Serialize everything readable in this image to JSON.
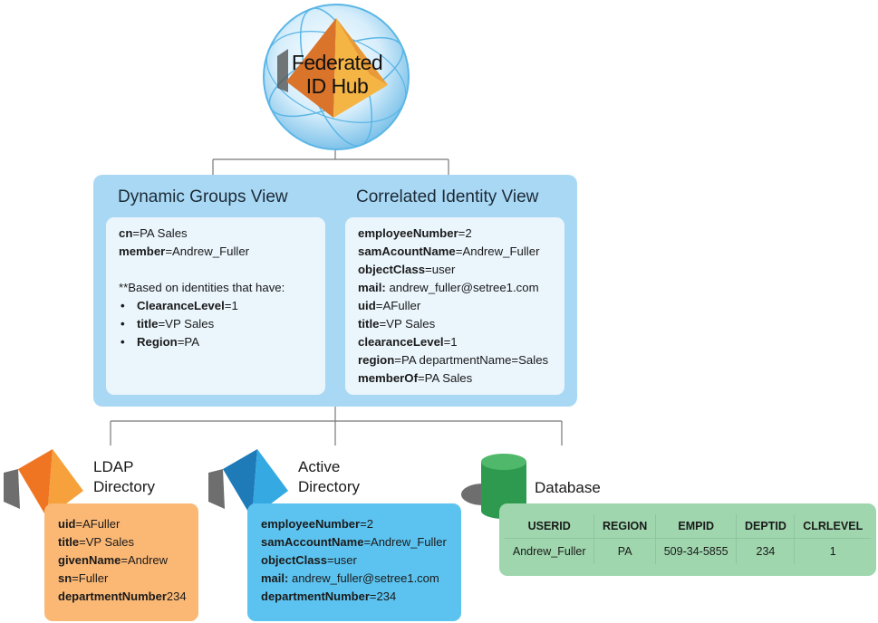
{
  "hub": {
    "title_line1": "Federated",
    "title_line2": "ID Hub"
  },
  "dynamic_groups": {
    "heading": "Dynamic Groups View",
    "rows": [
      {
        "key": "cn",
        "sep": "=",
        "value": "PA Sales"
      },
      {
        "key": "member",
        "sep": "=",
        "value": "Andrew_Fuller"
      }
    ],
    "note": "**Based on identities that have:",
    "bullets": [
      {
        "key": "ClearanceLevel",
        "sep": "=",
        "value": "1"
      },
      {
        "key": "title",
        "sep": "=",
        "value": "VP Sales"
      },
      {
        "key": "Region",
        "sep": "=",
        "value": "PA"
      }
    ]
  },
  "correlated": {
    "heading": "Correlated Identity View",
    "rows": [
      {
        "key": "employeeNumber",
        "sep": "=",
        "value": "2"
      },
      {
        "key": "samAcountName",
        "sep": "=",
        "value": "Andrew_Fuller"
      },
      {
        "key": "objectClass",
        "sep": "=",
        "value": "user"
      },
      {
        "key": "mail:",
        "sep": " ",
        "value": "andrew_fuller@setree1.com"
      },
      {
        "key": "uid",
        "sep": "=",
        "value": "AFuller"
      },
      {
        "key": "title",
        "sep": "=",
        "value": "VP Sales"
      },
      {
        "key": "clearanceLevel",
        "sep": "=",
        "value": "1"
      },
      {
        "key": "region",
        "sep": "=",
        "value": "PA departmentName=Sales"
      },
      {
        "key": "memberOf",
        "sep": "=",
        "value": "PA Sales"
      }
    ]
  },
  "ldap": {
    "label_line1": "LDAP",
    "label_line2": "Directory",
    "rows": [
      {
        "key": "uid",
        "sep": "=",
        "value": "AFuller"
      },
      {
        "key": "title",
        "sep": "=",
        "value": "VP Sales"
      },
      {
        "key": "givenName",
        "sep": "=",
        "value": "Andrew"
      },
      {
        "key": "sn",
        "sep": "=",
        "value": "Fuller"
      },
      {
        "key": "departmentNumber",
        "sep": "",
        "value": "234"
      }
    ]
  },
  "active_directory": {
    "label_line1": "Active",
    "label_line2": "Directory",
    "rows": [
      {
        "key": "employeeNumber",
        "sep": "=",
        "value": "2"
      },
      {
        "key": "samAccountName",
        "sep": "=",
        "value": "Andrew_Fuller"
      },
      {
        "key": "objectClass",
        "sep": "=",
        "value": "user"
      },
      {
        "key": "mail:",
        "sep": " ",
        "value": "andrew_fuller@setree1.com"
      },
      {
        "key": "departmentNumber",
        "sep": "=",
        "value": "234"
      }
    ]
  },
  "database": {
    "label": "Database",
    "columns": [
      "USERID",
      "REGION",
      "EMPID",
      "DEPTID",
      "CLRLEVEL"
    ],
    "row": [
      "Andrew_Fuller",
      "PA",
      "509-34-5855",
      "234",
      "1"
    ]
  },
  "colors": {
    "panel": "#a9d8f5",
    "panel_inner": "#eaf5fc",
    "ldap_card": "#fbb875",
    "ad_card": "#5cc3f0",
    "db_card": "#9fd6ad",
    "connector": "#777777"
  },
  "icons": {
    "hub": "globe-pyramid-icon",
    "ldap": "orange-prism-icon",
    "active_directory": "blue-prism-icon",
    "database": "green-cylinder-icon"
  }
}
